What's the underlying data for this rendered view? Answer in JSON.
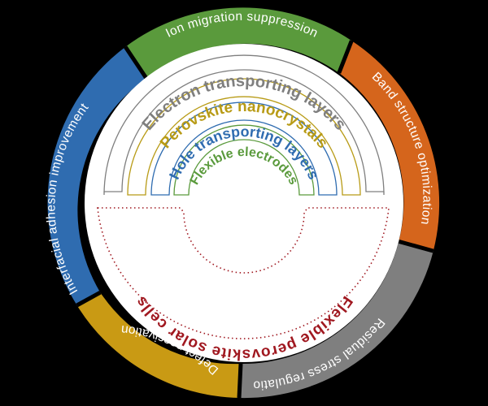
{
  "colors": {
    "background": "#000000",
    "ion": "#5a9a3c",
    "band": "#d5651c",
    "residual": "#7f7f7f",
    "defect": "#c99a14",
    "interfacial": "#2f6cb0",
    "inner_disk": "#ffffff",
    "electron": "#7f7f7f",
    "perovskite": "#b89b16",
    "hole": "#2f6cb0",
    "electrodes": "#5a9a3c",
    "center": "#a01820"
  },
  "outer_ring": {
    "ion": "Ion migration suppression",
    "band": "Band structure optimization",
    "residual": "Residual stress regulation",
    "defect": "Defect passivation",
    "interfacial": "Interfacial adhesion improvement"
  },
  "layers": {
    "electron": "Electron transporting layers",
    "perovskite": "Perovskite nanocrystals",
    "hole": "Hole transporting layers",
    "electrodes": "Flexible electrodes"
  },
  "center": {
    "title": "Flexible perovskite solar cells"
  }
}
